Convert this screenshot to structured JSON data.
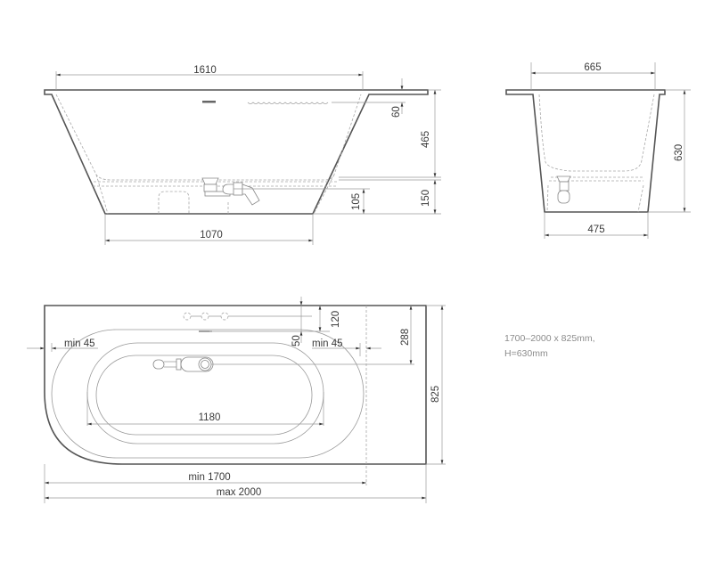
{
  "side_view": {
    "top_width": "1610",
    "bottom_width": "1070",
    "overflow_offset": "60",
    "inner_depth": "465",
    "base_height": "150",
    "drain_height": "105"
  },
  "end_view": {
    "top_width": "665",
    "bottom_width": "475",
    "height": "630"
  },
  "plan_view": {
    "left_clearance": "min 45",
    "right_clearance": "min 45",
    "faucet_offset": "120",
    "overflow_offset": "50",
    "drain_offset": "288",
    "inner_length": "1180",
    "depth": "825",
    "min_length": "min 1700",
    "max_length": "max 2000"
  },
  "spec_note": {
    "line1": "1700–2000 x 825mm,",
    "line2": "H=630mm"
  },
  "colors": {
    "outline": "#555555",
    "dimension": "#9a9a9a",
    "text": "#3a3a3a",
    "note": "#8c8c8c"
  }
}
